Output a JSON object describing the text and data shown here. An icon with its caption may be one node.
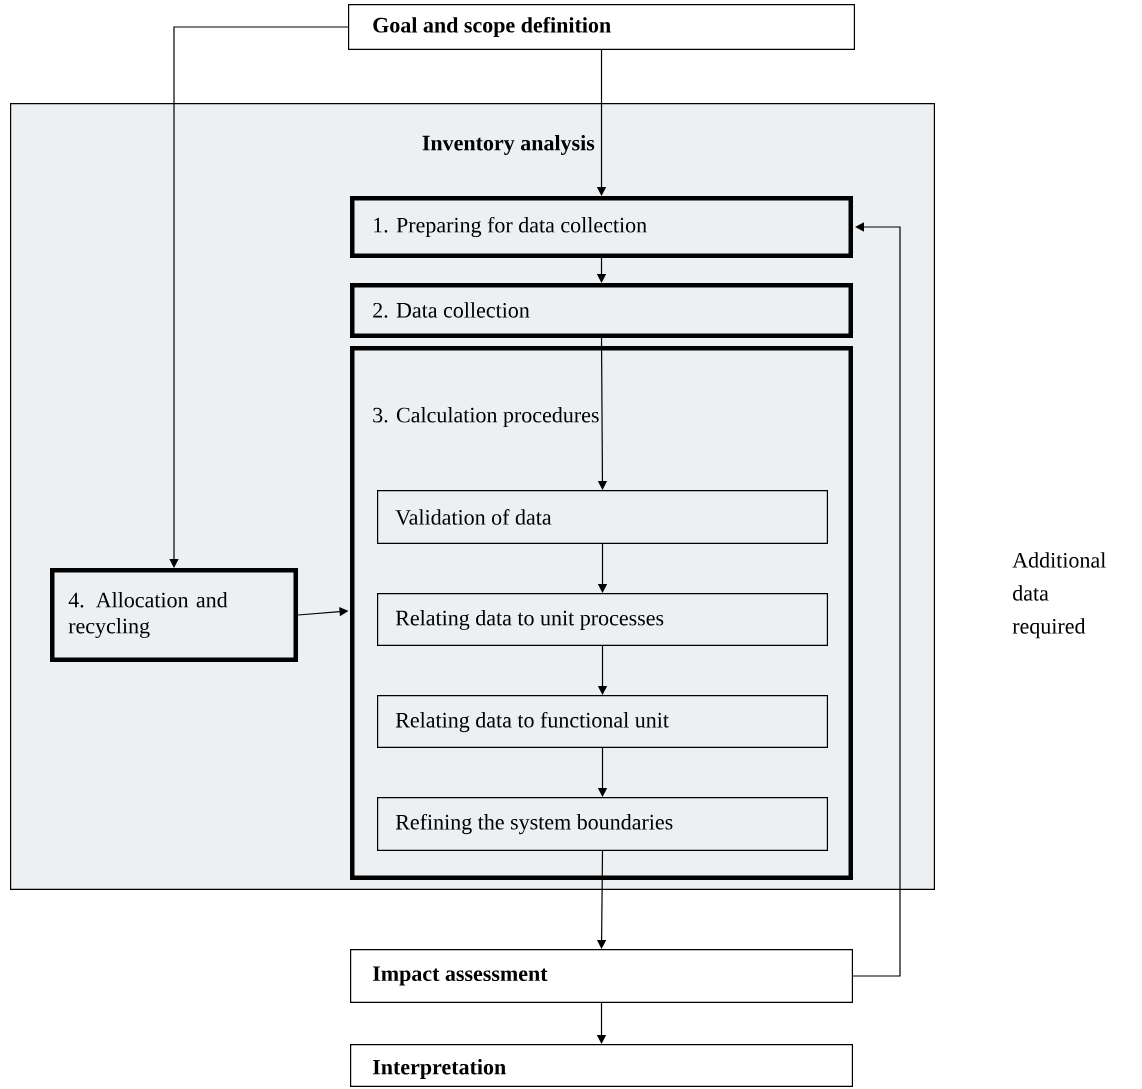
{
  "diagram": {
    "nodes": [
      {
        "text": [
          "Goal and scope definition"
        ]
      },
      {
        "text": [
          "Inventory analysis"
        ]
      },
      {
        "text": [
          "1. Preparing for data collection"
        ],
        "in": 1
      },
      {
        "text": [
          "2. Data collection"
        ],
        "in": 1
      },
      {
        "text": [
          "3. Calculation procedures"
        ],
        "in": 1
      },
      {
        "text": [
          "Validation of data"
        ],
        "in": 4
      },
      {
        "text": [
          "Relating data to unit processes"
        ],
        "in": 4
      },
      {
        "text": [
          "Relating data to functional unit"
        ],
        "in": 4
      },
      {
        "text": [
          "Refining the system boundaries"
        ],
        "in": 4
      },
      {
        "text": [
          "4. Allocation and recycling"
        ],
        "in": 1
      },
      {
        "text": [
          "Impact assessment"
        ]
      },
      {
        "text": [
          "Interpretation"
        ]
      }
    ],
    "edges": [
      {
        "from": 0,
        "to": 2,
        "arrow": "to"
      },
      {
        "from": 2,
        "to": 3,
        "arrow": "to"
      },
      {
        "from": 3,
        "to": 5,
        "arrow": "to"
      },
      {
        "from": 5,
        "to": 6,
        "arrow": "to"
      },
      {
        "from": 6,
        "to": 7,
        "arrow": "to"
      },
      {
        "from": 7,
        "to": 8,
        "arrow": "to"
      },
      {
        "from": 8,
        "to": 10,
        "arrow": "to"
      },
      {
        "from": 10,
        "to": 11,
        "arrow": "to"
      },
      {
        "from": 0,
        "to": 9,
        "arrow": "to"
      },
      {
        "from": 9,
        "to": 4,
        "arrow": "to"
      },
      {
        "from": 10,
        "to": 2,
        "arrow": "to"
      }
    ],
    "labels": [
      "Additional data required"
    ]
  }
}
